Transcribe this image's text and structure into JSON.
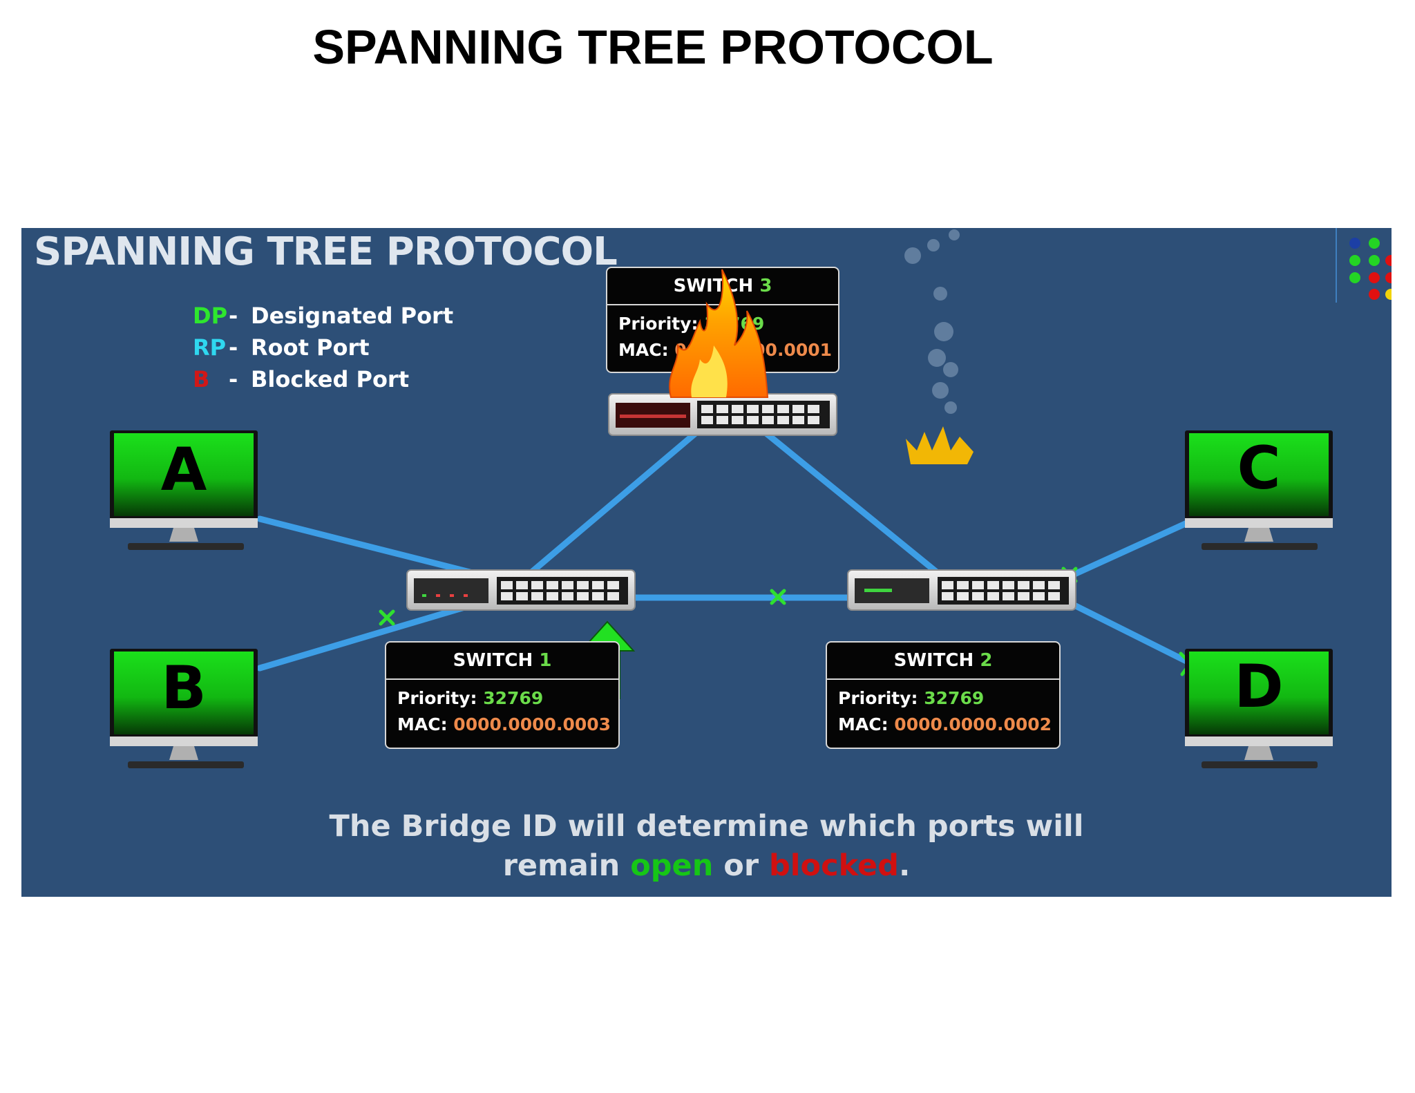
{
  "page_title": "SPANNING TREE PROTOCOL",
  "slide": {
    "title": "SPANNING TREE PROTOCOL",
    "legend": [
      {
        "code": "DP",
        "sep": "-",
        "label": "Designated Port",
        "color": "#2ee62e"
      },
      {
        "code": "RP",
        "sep": "-",
        "label": "Root Port",
        "color": "#2fd8f0"
      },
      {
        "code": "B",
        "sep": "-",
        "label": "Blocked Port",
        "color": "#d01818"
      }
    ],
    "switches": {
      "s1": {
        "name": "SWITCH",
        "num": "1",
        "priority_label": "Priority:",
        "priority": "32769",
        "mac_label": "MAC:",
        "mac": "0000.0000.0003"
      },
      "s2": {
        "name": "SWITCH",
        "num": "2",
        "priority_label": "Priority:",
        "priority": "32769",
        "mac_label": "MAC:",
        "mac": "0000.0000.0002"
      },
      "s3": {
        "name": "SWITCH",
        "num": "3",
        "priority_label": "Priority:",
        "priority": "32769",
        "mac_label": "MAC:",
        "mac": "0000.0000.0001"
      }
    },
    "computers": [
      "A",
      "B",
      "C",
      "D"
    ],
    "caption": {
      "line1": "The Bridge ID will determine which ports will",
      "line2_pre": "remain ",
      "open": "open",
      "or": " or ",
      "blocked": "blocked",
      "end": "."
    },
    "colors": {
      "background": "#2d4f77",
      "link": "#3d9ee6",
      "screen": "#14d614",
      "open": "#16c616",
      "blocked": "#d01010",
      "crown": "#f2b705",
      "arrow": "#22e022"
    }
  }
}
